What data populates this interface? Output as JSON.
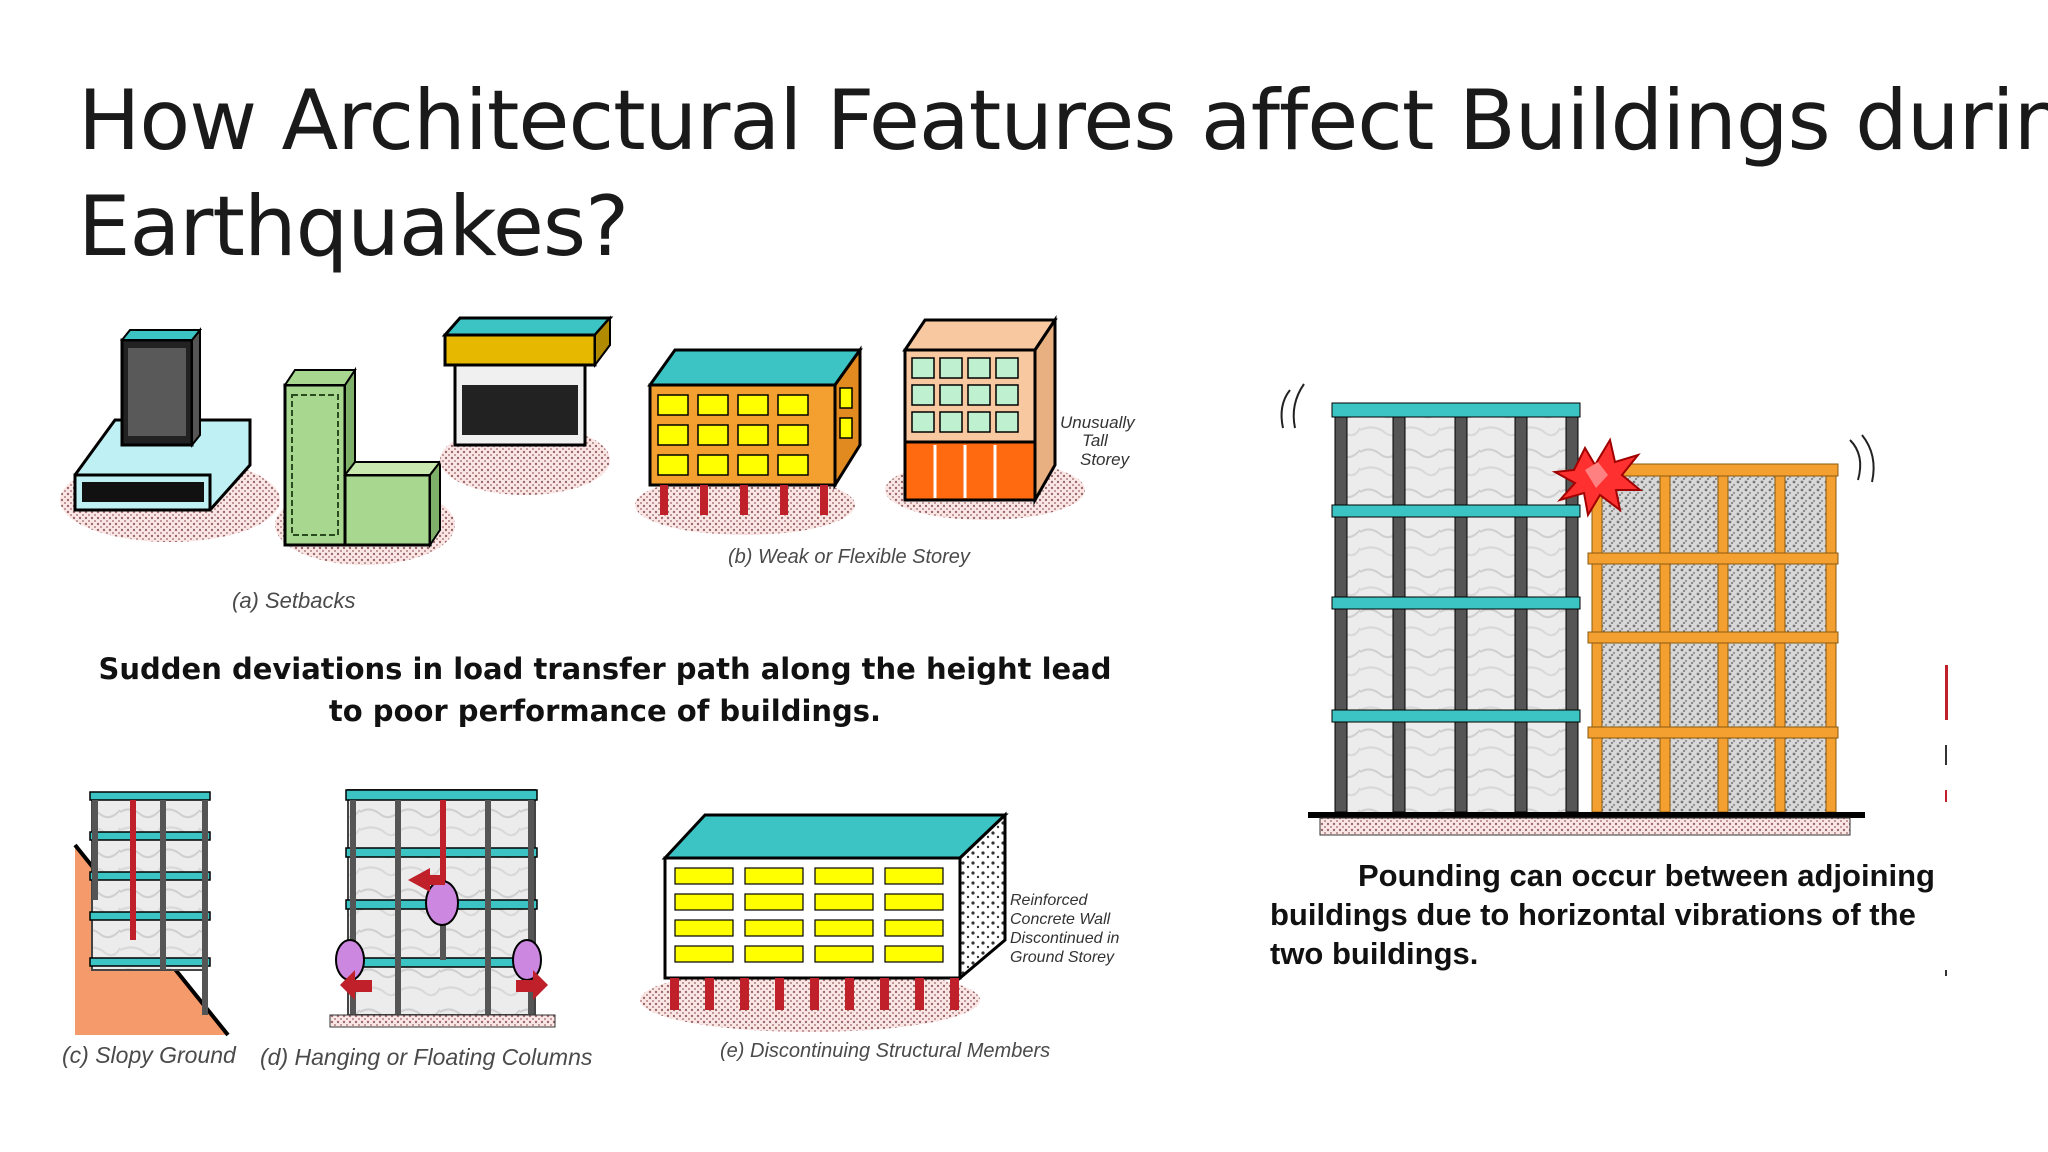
{
  "title": {
    "line1": "How Architectural Features affect Buildings during",
    "line2": "Earthquakes?"
  },
  "captions": {
    "setbacks": "(a) Setbacks",
    "weak_storey": "(b) Weak or Flexible Storey",
    "slopy_ground": "(c) Slopy Ground",
    "hanging_columns": "(d) Hanging or Floating Columns",
    "discontinuing": "(e) Discontinuing Structural Members"
  },
  "labels": {
    "tall_storey": [
      "Unusually",
      "Tall",
      "Storey"
    ],
    "rc_wall": [
      "Reinforced",
      "Concrete Wall",
      "Discontinued in",
      "Ground Storey"
    ]
  },
  "text": {
    "deviation": "Sudden deviations in load transfer path along the height lead to poor performance of buildings.",
    "pounding_line1": "Pounding can occur between adjoining",
    "pounding_line2": "buildings due to horizontal vibrations of the",
    "pounding_line3": "two buildings."
  },
  "colors": {
    "teal": "#3cc4c4",
    "yellow": "#ffff00",
    "orange": "#f4a030",
    "soft_storey": "#ff6a10",
    "slope": "#f59a6a",
    "column_red": "#c0202a",
    "purple": "#cc88e0",
    "alert_red": "#ff3030"
  }
}
